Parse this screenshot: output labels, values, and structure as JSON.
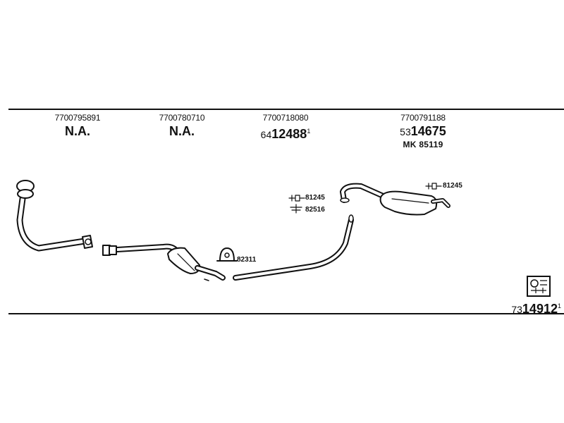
{
  "columns": [
    {
      "oem": "7700795891",
      "label": "N.A."
    },
    {
      "oem": "7700780710",
      "label": "N.A."
    },
    {
      "oem": "7700718080",
      "code_prefix": "64",
      "code_main": "12488",
      "code_sup": "1"
    },
    {
      "oem": "7700791188",
      "code_prefix": "53",
      "code_main": "14675",
      "mk": "MK  85119"
    }
  ],
  "parts": {
    "bracket_top": "81245",
    "rubber": "82516",
    "clamp": "82311",
    "rear_hanger": "81245"
  },
  "kit": {
    "code_prefix": "73",
    "code_main": "14912",
    "code_sup": "1"
  },
  "icons": [
    "parts-kit-icon"
  ]
}
